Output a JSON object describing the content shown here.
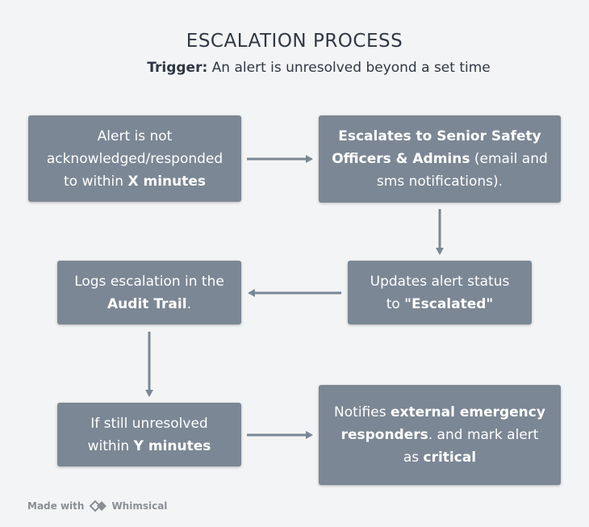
{
  "title": "ESCALATION PROCESS",
  "trigger": {
    "label": "Trigger:",
    "text": " An alert is unresolved beyond a set time"
  },
  "steps": {
    "step1": {
      "line1": "Alert is not",
      "line2": "acknowledged/responded",
      "line3a": "to within ",
      "line3b": "X minutes"
    },
    "step2": {
      "bold1": "Escalates to Senior Safety",
      "bold2": "Officers & Admins",
      "plain2": " (email and",
      "line3": "sms notifications)."
    },
    "step3": {
      "line1": "Updates alert status",
      "line2a": "to ",
      "line2b": "\"Escalated\""
    },
    "step4": {
      "line1": "Logs escalation in the",
      "line2b": "Audit Trail",
      "line2c": "."
    },
    "step5": {
      "line1": "If still unresolved",
      "line2a": "within ",
      "line2b": "Y minutes"
    },
    "step6": {
      "line1a": "Notifies ",
      "line1b": "external emergency",
      "line2b": "responders",
      "line2c": ". and mark alert",
      "line3a": "as ",
      "line3b": "critical"
    }
  },
  "footer": {
    "made_with": "Made with",
    "brand": "Whimsical"
  },
  "colors": {
    "box": "#7b8794",
    "arrow": "#7b8794",
    "text": "#2f3844",
    "background": "#f3f4f5"
  }
}
